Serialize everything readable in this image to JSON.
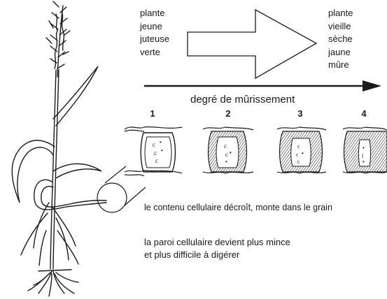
{
  "young_plant": [
    "plante",
    "jeune",
    "juteuse",
    "verte"
  ],
  "old_plant": [
    "plante",
    "vieille",
    "sèche",
    "jaune",
    "mûre"
  ],
  "axis_label": "degré de mûrissement",
  "stages": [
    "1",
    "2",
    "3",
    "4"
  ],
  "note_content": "le contenu cellulaire décroît, monte dans le grain",
  "note_wall_line1": "la paroi cellulaire devient plus mince",
  "note_wall_line2": "et plus difficile à digérer"
}
